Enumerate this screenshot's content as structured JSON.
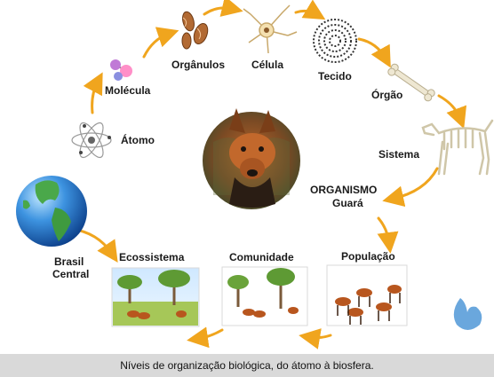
{
  "labels": {
    "atomo": "Átomo",
    "molecula": "Molécula",
    "organulos": "Orgânulos",
    "celula": "Célula",
    "tecido": "Tecido",
    "orgao": "Órgão",
    "sistema": "Sistema",
    "organismo": "ORGANISMO",
    "guara": "Guará",
    "populacao": "População",
    "comunidade": "Comunidade",
    "ecossistema": "Ecossistema",
    "brasil": "Brasil",
    "central": "Central"
  },
  "caption": "Níveis de organização biológica, do átomo à biosfera.",
  "colors": {
    "arrow": "#f0a51e",
    "caption_bar": "#d9d9d9",
    "logo": "#6aa7dd"
  },
  "icons": {
    "atom": "atom-icon",
    "molecule": "molecule-icon",
    "organelles": "organelles-icon",
    "cell": "neuron-cell-icon",
    "tissue": "tissue-icon",
    "organ": "bone-icon",
    "system": "skeleton-icon",
    "organism": "maned-wolf-photo",
    "population": "population-image",
    "community": "community-image",
    "ecosystem": "ecosystem-image",
    "biosphere": "earth-globe-icon"
  }
}
